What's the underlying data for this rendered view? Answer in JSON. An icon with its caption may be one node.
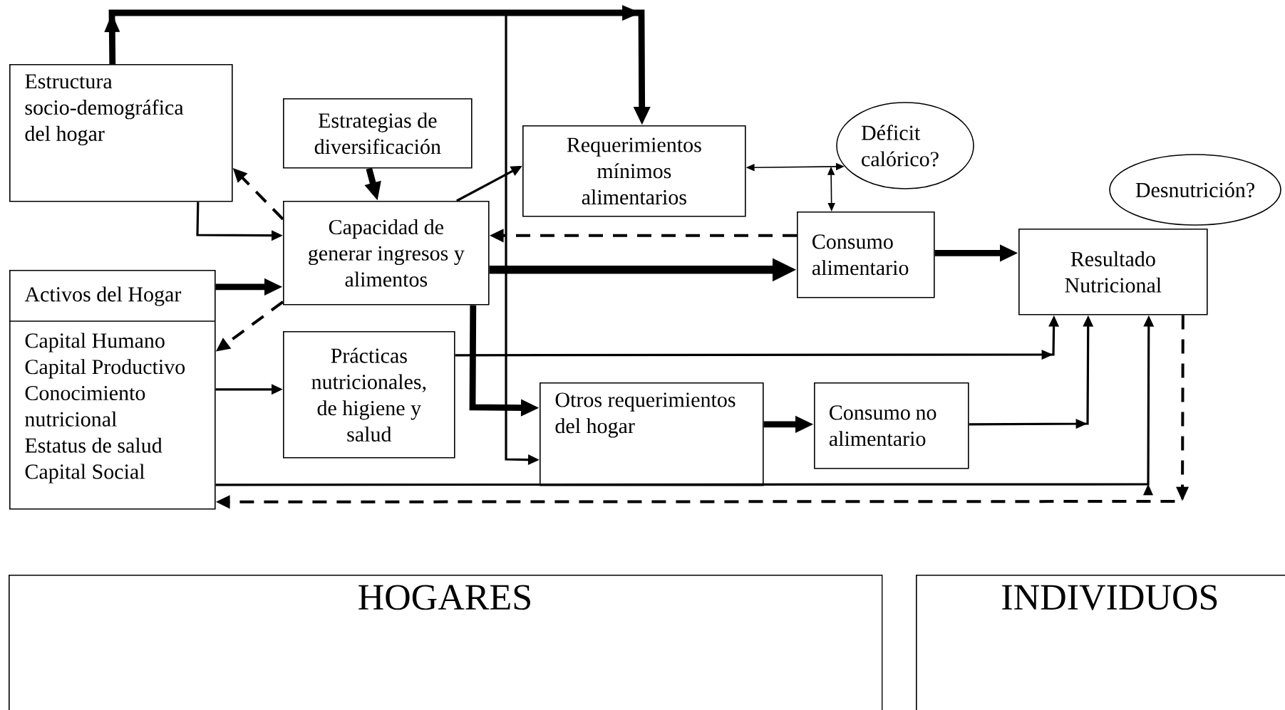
{
  "diagram": {
    "nodes": [
      {
        "text": [
          "Estructura socio-demográfica del hogar"
        ]
      },
      {
        "text": [
          "Estrategias de diversificación"
        ]
      },
      {
        "text": [
          "Requerimientos mínimos alimentarios"
        ]
      },
      {
        "text": [
          "Déficit calórico?"
        ]
      },
      {
        "text": [
          "Capacidad de generar ingresos y alimentos"
        ]
      },
      {
        "text": [
          "Consumo alimentario"
        ]
      },
      {
        "text": [
          "Desnutrición?"
        ]
      },
      {
        "text": [
          "Resultado Nutricional"
        ]
      },
      {
        "text": [
          "Activos del Hogar",
          "Capital Humano",
          "Capital Productivo",
          "Conocimiento nutricional",
          "Estatus de salud",
          "Capital Social"
        ]
      },
      {
        "text": [
          "Prácticas nutricionales, de higiene y salud"
        ]
      },
      {
        "text": [
          "Otros requerimientos del hogar"
        ]
      },
      {
        "text": [
          "Consumo no alimentario"
        ]
      },
      {
        "text": [
          "HOGARES"
        ]
      },
      {
        "text": [
          "INDIVIDUOS"
        ]
      }
    ],
    "edges": [
      {
        "from": 0,
        "to": 2,
        "arrow": "to",
        "style": "thick"
      },
      {
        "from": 0,
        "to": 10,
        "arrow": "to"
      },
      {
        "from": 0,
        "to": 4,
        "arrow": "to"
      },
      {
        "from": 4,
        "to": 0,
        "arrow": "to",
        "style": "dashed"
      },
      {
        "from": 1,
        "to": 4,
        "arrow": "to",
        "style": "thick"
      },
      {
        "from": 4,
        "to": 2,
        "arrow": "to"
      },
      {
        "from": 2,
        "to": 3,
        "arrow": "both"
      },
      {
        "from": 5,
        "to": 3,
        "arrow": "both"
      },
      {
        "from": 5,
        "to": 4,
        "arrow": "to",
        "style": "dashed"
      },
      {
        "from": 4,
        "to": 5,
        "arrow": "to",
        "style": "thick"
      },
      {
        "from": 5,
        "to": 7,
        "arrow": "to",
        "style": "thick"
      },
      {
        "from": 8,
        "to": 4,
        "arrow": "to",
        "style": "thick"
      },
      {
        "from": 4,
        "to": 8,
        "arrow": "to",
        "style": "dashed"
      },
      {
        "from": 8,
        "to": 9,
        "arrow": "to"
      },
      {
        "from": 4,
        "to": 10,
        "arrow": "to",
        "style": "thick"
      },
      {
        "from": 9,
        "to": 7,
        "arrow": "to"
      },
      {
        "from": 10,
        "to": 11,
        "arrow": "to",
        "style": "thick"
      },
      {
        "from": 11,
        "to": 7,
        "arrow": "to"
      },
      {
        "from": 8,
        "to": 7,
        "arrow": "to"
      },
      {
        "from": 7,
        "to": 8,
        "arrow": "to",
        "style": "dashed"
      }
    ]
  }
}
